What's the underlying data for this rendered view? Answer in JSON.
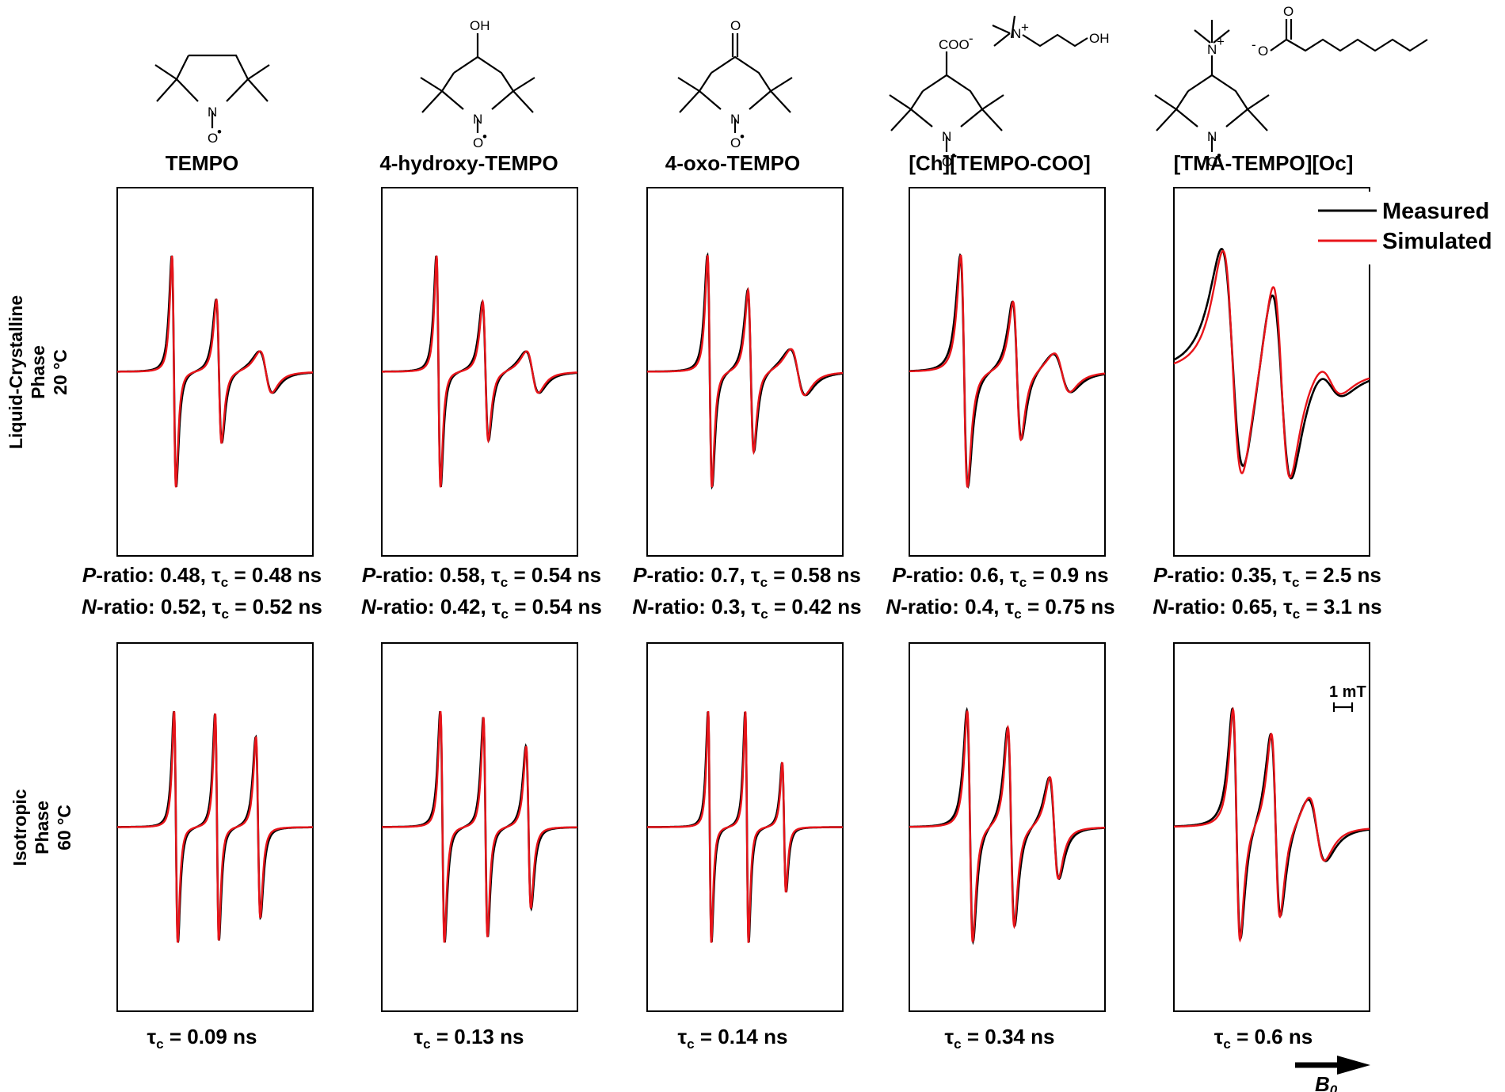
{
  "colors": {
    "measured": "#000000",
    "simulated": "#e8141a"
  },
  "legend": {
    "measured": "Measured",
    "simulated": "Simulated"
  },
  "row_labels": [
    [
      "Liquid-Crystalline",
      "Phase",
      "20 °C"
    ],
    [
      "Isotropic",
      "Phase",
      "60 °C"
    ]
  ],
  "compounds": [
    {
      "name": "TEMPO",
      "lc": {
        "p": "0.48",
        "tp": "0.48",
        "n": "0.52",
        "tn": "0.52"
      },
      "iso": "0.09"
    },
    {
      "name": "4-hydroxy-TEMPO",
      "lc": {
        "p": "0.58",
        "tp": "0.54",
        "n": "0.42",
        "tn": "0.54"
      },
      "iso": "0.13"
    },
    {
      "name": "4-oxo-TEMPO",
      "lc": {
        "p": "0.7",
        "tp": "0.58",
        "n": "0.3",
        "tn": "0.42"
      },
      "iso": "0.14"
    },
    {
      "name": "[Ch][TEMPO-COO]",
      "lc": {
        "p": "0.6",
        "tp": "0.9",
        "n": "0.4",
        "tn": "0.75"
      },
      "iso": "0.34"
    },
    {
      "name": "[TMA-TEMPO][Oc]",
      "lc": {
        "p": "0.35",
        "tp": "2.5",
        "n": "0.65",
        "tn": "3.1"
      },
      "iso": "0.6"
    }
  ],
  "scale_bar": "1 mT",
  "field_label": "B",
  "field_sub": "0",
  "atoms": {
    "N": "N",
    "O": "O",
    "OH": "OH",
    "COO": "COO",
    "Nplus": "N",
    "plus": "+",
    "minus": "-",
    "dot": "•"
  },
  "chart_data": {
    "type": "line",
    "description_units": "EPR first-derivative spectra; x = magnetic field B0 (relative), y = normalized signal",
    "series": [
      {
        "name": "Measured",
        "color": "#000000"
      },
      {
        "name": "Simulated",
        "color": "#e8141a"
      }
    ],
    "panels": {
      "lc": [
        {
          "compound": "TEMPO",
          "lines": [
            {
              "x": 0.29,
              "h": 1.0,
              "w": 0.01
            },
            {
              "x": 0.52,
              "h": 0.62,
              "w": 0.013
            },
            {
              "x": 0.76,
              "h": 0.18,
              "w": 0.03
            }
          ]
        },
        {
          "compound": "4-hydroxy-TEMPO",
          "lines": [
            {
              "x": 0.29,
              "h": 1.0,
              "w": 0.01
            },
            {
              "x": 0.53,
              "h": 0.6,
              "w": 0.014
            },
            {
              "x": 0.77,
              "h": 0.18,
              "w": 0.03
            }
          ]
        },
        {
          "compound": "4-oxo-TEMPO",
          "lines": [
            {
              "x": 0.32,
              "h": 1.0,
              "w": 0.011
            },
            {
              "x": 0.53,
              "h": 0.7,
              "w": 0.014
            },
            {
              "x": 0.77,
              "h": 0.2,
              "w": 0.035
            }
          ]
        },
        {
          "compound": "[Ch][TEMPO-COO]",
          "lines": [
            {
              "x": 0.28,
              "h": 1.0,
              "w": 0.017
            },
            {
              "x": 0.55,
              "h": 0.6,
              "w": 0.02
            },
            {
              "x": 0.78,
              "h": 0.17,
              "w": 0.04
            }
          ]
        },
        {
          "compound": "[TMA-TEMPO][Oc]",
          "lines": [
            {
              "x": 0.3,
              "h": 1.0,
              "w": 0.05
            },
            {
              "x": 0.55,
              "h": 0.88,
              "w": 0.045
            },
            {
              "x": 0.8,
              "h": 0.14,
              "w": 0.06
            }
          ]
        }
      ],
      "iso": [
        {
          "compound": "TEMPO",
          "lines": [
            {
              "x": 0.3,
              "h": 1.0,
              "w": 0.009
            },
            {
              "x": 0.51,
              "h": 0.98,
              "w": 0.009
            },
            {
              "x": 0.72,
              "h": 0.78,
              "w": 0.011
            }
          ]
        },
        {
          "compound": "4-hydroxy-TEMPO",
          "lines": [
            {
              "x": 0.31,
              "h": 1.0,
              "w": 0.01
            },
            {
              "x": 0.53,
              "h": 0.95,
              "w": 0.01
            },
            {
              "x": 0.75,
              "h": 0.7,
              "w": 0.012
            }
          ]
        },
        {
          "compound": "4-oxo-TEMPO",
          "lines": [
            {
              "x": 0.32,
              "h": 1.0,
              "w": 0.008
            },
            {
              "x": 0.51,
              "h": 1.0,
              "w": 0.008
            },
            {
              "x": 0.7,
              "h": 0.56,
              "w": 0.009
            }
          ]
        },
        {
          "compound": "[Ch][TEMPO-COO]",
          "lines": [
            {
              "x": 0.31,
              "h": 1.0,
              "w": 0.014
            },
            {
              "x": 0.52,
              "h": 0.86,
              "w": 0.016
            },
            {
              "x": 0.74,
              "h": 0.44,
              "w": 0.022
            }
          ]
        },
        {
          "compound": "[TMA-TEMPO][Oc]",
          "lines": [
            {
              "x": 0.32,
              "h": 1.0,
              "w": 0.018
            },
            {
              "x": 0.52,
              "h": 0.8,
              "w": 0.022
            },
            {
              "x": 0.73,
              "h": 0.28,
              "w": 0.04
            }
          ]
        }
      ]
    }
  }
}
